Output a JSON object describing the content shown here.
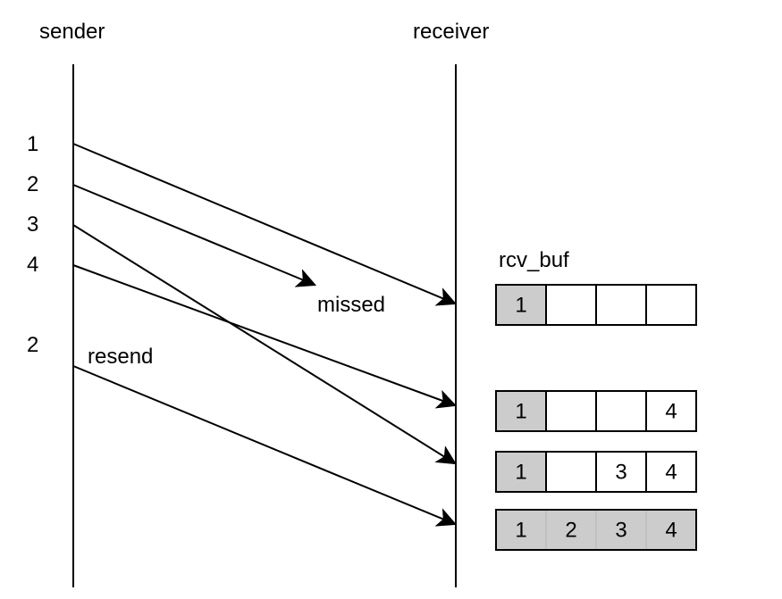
{
  "headers": {
    "sender": "sender",
    "receiver": "receiver"
  },
  "sequence_labels": [
    "1",
    "2",
    "3",
    "4",
    "2"
  ],
  "annotations": {
    "missed": "missed",
    "resend": "resend",
    "buffer": "rcv_buf"
  },
  "colors": {
    "filled_cell": "#cccccc",
    "empty_cell": "#ffffff",
    "line": "#000000"
  },
  "buffers": [
    {
      "cells": [
        {
          "text": "1",
          "filled": true
        },
        {
          "text": "",
          "filled": false
        },
        {
          "text": "",
          "filled": false
        },
        {
          "text": "",
          "filled": false
        }
      ]
    },
    {
      "cells": [
        {
          "text": "1",
          "filled": true
        },
        {
          "text": "",
          "filled": false
        },
        {
          "text": "",
          "filled": false
        },
        {
          "text": "4",
          "filled": false
        }
      ]
    },
    {
      "cells": [
        {
          "text": "1",
          "filled": true
        },
        {
          "text": "",
          "filled": false
        },
        {
          "text": "3",
          "filled": false
        },
        {
          "text": "4",
          "filled": false
        }
      ]
    },
    {
      "cells": [
        {
          "text": "1",
          "filled": true
        },
        {
          "text": "2",
          "filled": true
        },
        {
          "text": "3",
          "filled": true
        },
        {
          "text": "4",
          "filled": true
        }
      ]
    }
  ]
}
